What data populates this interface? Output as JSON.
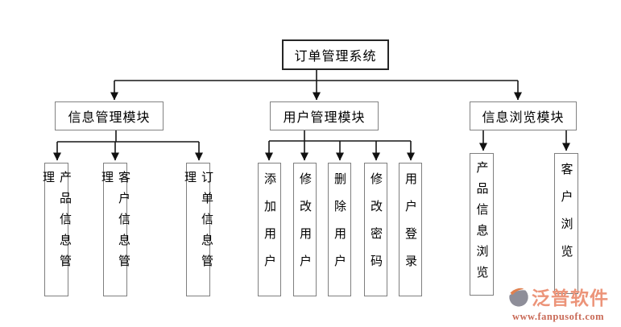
{
  "diagram": {
    "root": {
      "label": "订单管理系统"
    },
    "modules": [
      {
        "label": "信息管理模块",
        "children": [
          "产品信息管理",
          "客户信息管理",
          "订单信息管理"
        ]
      },
      {
        "label": "用户管理模块",
        "children": [
          "添加用户",
          "修改用户",
          "删除用户",
          "修改密码",
          "用户登录"
        ]
      },
      {
        "label": "信息浏览模块",
        "children": [
          "产品信息浏览",
          "客户浏览"
        ]
      }
    ]
  },
  "watermark": {
    "brand": "泛普软件",
    "url": "www.fanpusoft.com",
    "logo_icon": "fanpu-logo-icon",
    "colors": {
      "brand_text": "#ec9479",
      "url_text": "#c96a57",
      "logo_gray": "#8e8e99",
      "logo_orange": "#e0804e"
    }
  }
}
